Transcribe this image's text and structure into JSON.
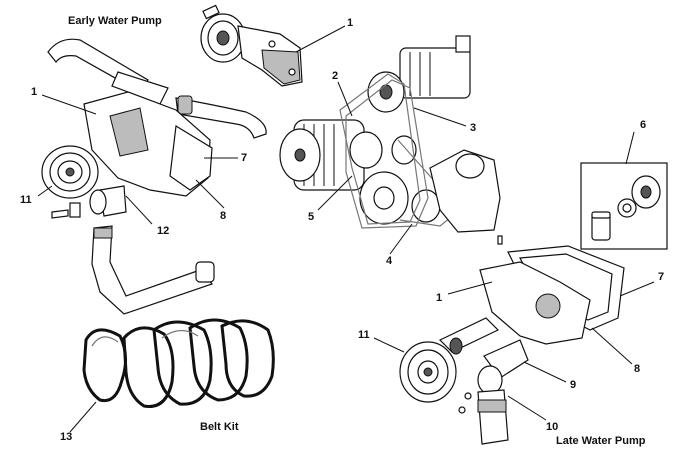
{
  "titles": {
    "early_water_pump": "Early Water Pump",
    "late_water_pump": "Late Water Pump",
    "belt_kit": "Belt Kit"
  },
  "callouts": {
    "early_top_1": "1",
    "early_left_1": "1",
    "early_7": "7",
    "early_8": "8",
    "early_11": "11",
    "early_12": "12",
    "engine_2": "2",
    "engine_3": "3",
    "engine_4": "4",
    "engine_5": "5",
    "kit_6": "6",
    "late_1": "1",
    "late_7": "7",
    "late_8": "8",
    "late_9": "9",
    "late_10": "10",
    "late_11": "11",
    "belt_13": "13"
  }
}
